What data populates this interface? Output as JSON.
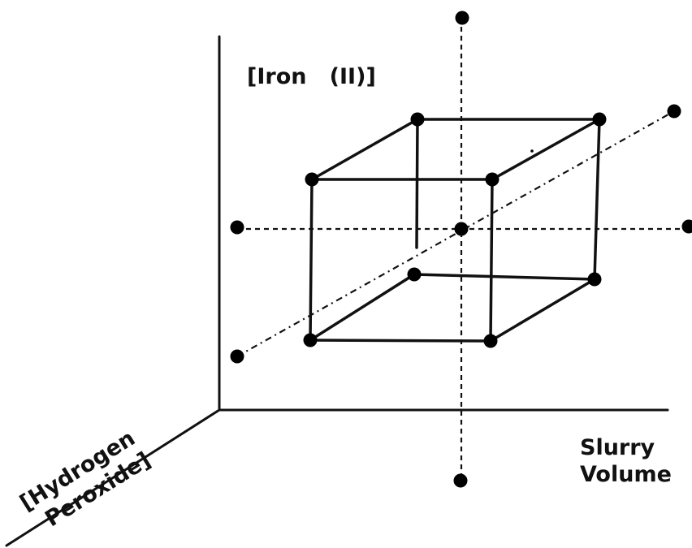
{
  "diagram": {
    "axis_labels": {
      "vertical": "[Iron   (II)]",
      "horizontal_line1": "Slurry",
      "horizontal_line2": "Volume",
      "depth_line1": "[Hydrogen",
      "depth_line2": "Peroxide]"
    },
    "point_groups": {
      "cube_corners": 8,
      "center_point": 1,
      "axial_points": 6
    }
  }
}
